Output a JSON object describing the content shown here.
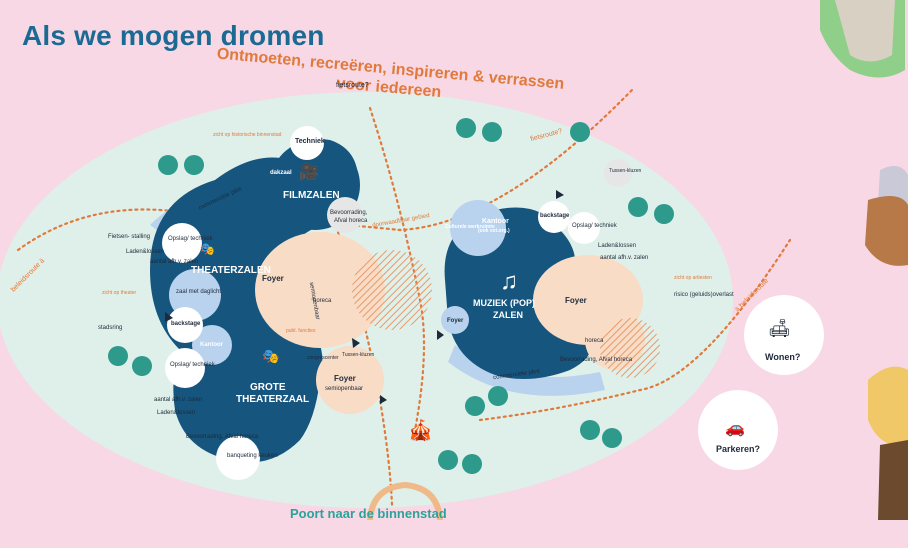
{
  "header": {
    "title": "Als we mogen dromen",
    "subtitle_line1": "Ontmoeten, recreëren, inspireren & verrassen",
    "subtitle_line2": "voor iedereen"
  },
  "zones": {
    "filmzalen": "FILMZALEN",
    "theaterzalen": "THEATERZALEN",
    "grote_theaterzaal_1": "GROTE",
    "grote_theaterzaal_2": "THEATERZAAL",
    "muziek_1": "MUZIEK (POP)",
    "muziek_2": "ZALEN"
  },
  "labels": {
    "techniek": "Techniek",
    "dakzaal": "dakzaal",
    "bevoorrading_film": "Bevoorrading,",
    "afval_horeca": "Afval horeca",
    "commerciele_plint_top": "commerciële plint",
    "foyer_left": "Foyer",
    "semiopenbaar": "semiopenbaar",
    "publ_functies": "publ. functies",
    "horeca": "horeca",
    "opslag_techniek": "Opslag/ techniek",
    "laden_lossen": "Laden&lossen",
    "aantal_zalen": "aantal afh.v. zalen",
    "zaal_daglicht": "zaal met daglicht",
    "backstage": "backstage",
    "kantoor": "Kantoor",
    "congrescenter": "congrescenter",
    "tussenkluzen": "Tussen-kluzen",
    "foyer_semi": "Foyer",
    "foyer_semi_sub": "semiopenbaar",
    "banqueting": "banqueting keuken",
    "bevoorrading_afval": "Bevoorrading, Afval horeca",
    "fietsenstalling": "Fietsen- stalling",
    "zicht_historische": "zicht op historische binnenstad",
    "zicht_theater": "zicht op theater",
    "stadsring": "stadsring",
    "fietsroute_top": "fietsroute?",
    "fietsroute_right": "fietsroute?",
    "doorwaadbaar": "doorwaadbaar gebied",
    "culturele_werkruimte": "Culturele werkruimte",
    "kantoor_right": "Kantoor",
    "kantoor_right_sub": "(ook ext.org.)",
    "backstage_right": "backstage",
    "opslag_right": "Opslag/ techniek",
    "laden_right": "Laden&lossen",
    "aantal_right": "aantal afh.v. zalen",
    "foyer_right": "Foyer",
    "zicht_artiesten": "zicht op artiesten",
    "risico": "risico (geluids)overlast",
    "horeca_right": "horeca",
    "bevoorrading_right": "Bevoorrading, Afval horeca",
    "commerciele_plint_bottom": "commerciële plint",
    "beleidsroute_left": "beleidsroute ä",
    "beleidsroute_right": "ä beleidsroute",
    "foyer_small": "Foyer",
    "tussen_right": "Tussen-kluzen"
  },
  "side": {
    "wonen": "Wonen?",
    "parkeren": "Parkeren?"
  },
  "gate": "Poort naar de binnenstad",
  "colors": {
    "background": "#f7d8e4",
    "oval": "#dff0ea",
    "navy": "#16557e",
    "light_blue": "#b9d2ee",
    "peach": "#f8dcc6",
    "orange": "#e07a3c",
    "tree": "#2d9a8c",
    "title": "#1a6a94"
  }
}
